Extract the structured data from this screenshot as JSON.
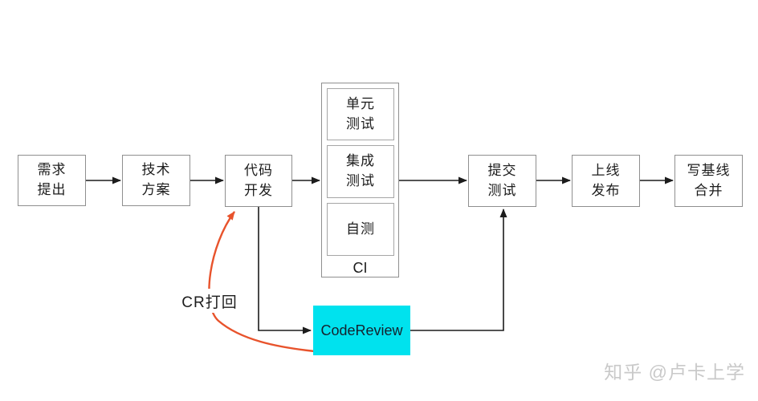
{
  "flow": {
    "nodes": {
      "requirement": {
        "label": "需求\n提出"
      },
      "tech_plan": {
        "label": "技术\n方案"
      },
      "code_dev": {
        "label": "代码\n开发"
      },
      "submit_test": {
        "label": "提交\n测试"
      },
      "release": {
        "label": "上线\n发布"
      },
      "baseline_merge": {
        "label": "写基线\n合并"
      },
      "code_review": {
        "label": "CodeReview"
      }
    },
    "ci_group": {
      "label": "CI",
      "items": {
        "unit_test": {
          "label": "单元\n测试"
        },
        "integration_test": {
          "label": "集成\n测试"
        },
        "self_test": {
          "label": "自测"
        }
      }
    },
    "edge_labels": {
      "cr_reject": "CR打回"
    }
  },
  "watermark": {
    "text": "知乎 @卢卡上学"
  },
  "colors": {
    "box_border": "#8f8f8f",
    "text": "#1c1c1c",
    "arrow": "#1c1c1c",
    "reject_arrow": "#e8532c",
    "code_review_bg": "#00e2ee",
    "watermark": "#c9c9c9"
  }
}
